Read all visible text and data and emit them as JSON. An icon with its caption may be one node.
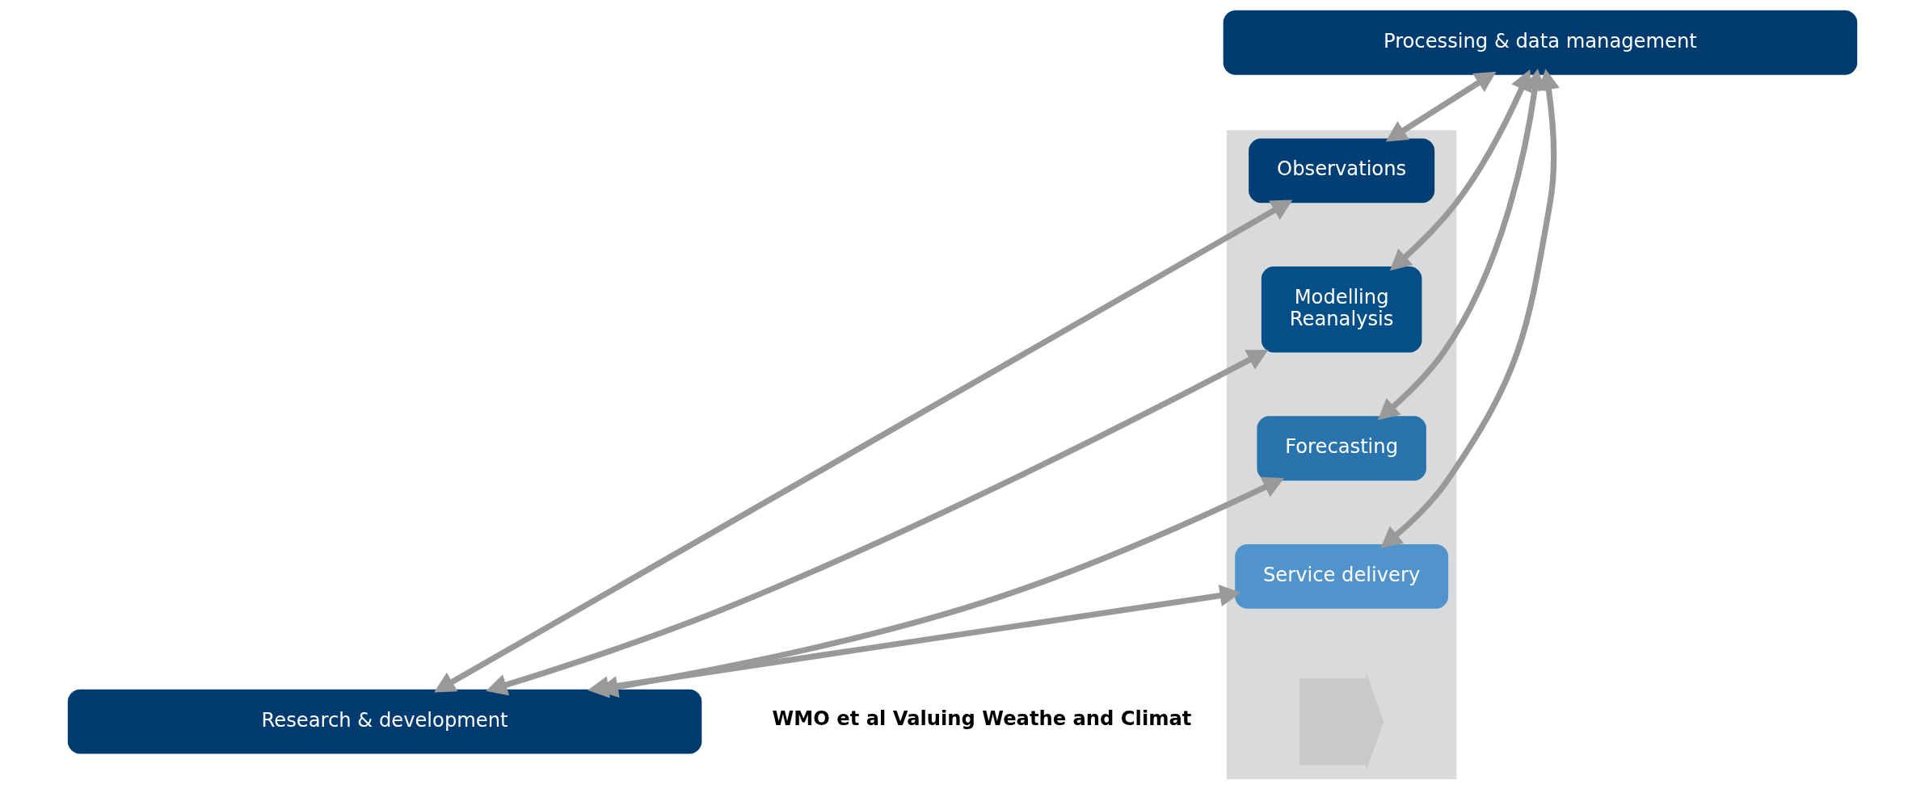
{
  "diagram": {
    "nodes": [
      {
        "text": [
          "Processing & data management"
        ]
      },
      {
        "text": [],
        "shape": "arrow"
      },
      {
        "text": [
          "Observations"
        ],
        "in": 1
      },
      {
        "text": [
          "Modelling",
          "Reanalysis"
        ],
        "in": 1
      },
      {
        "text": [
          "Forecasting"
        ],
        "in": 1
      },
      {
        "text": [
          "Service delivery"
        ],
        "in": 1
      },
      {
        "text": [
          "Research & development"
        ]
      }
    ],
    "edges": [
      {
        "from": 0,
        "to": 2,
        "arrow": "both"
      },
      {
        "from": 0,
        "to": 3,
        "arrow": "both"
      },
      {
        "from": 0,
        "to": 4,
        "arrow": "both"
      },
      {
        "from": 0,
        "to": 5,
        "arrow": "both"
      },
      {
        "from": 2,
        "to": 6,
        "arrow": "both"
      },
      {
        "from": 3,
        "to": 6,
        "arrow": "both"
      },
      {
        "from": 4,
        "to": 6,
        "arrow": "both"
      },
      {
        "from": 5,
        "to": 6,
        "arrow": "both"
      }
    ],
    "labels": [
      "WMO et al Valuing Weathe and Climat"
    ]
  }
}
